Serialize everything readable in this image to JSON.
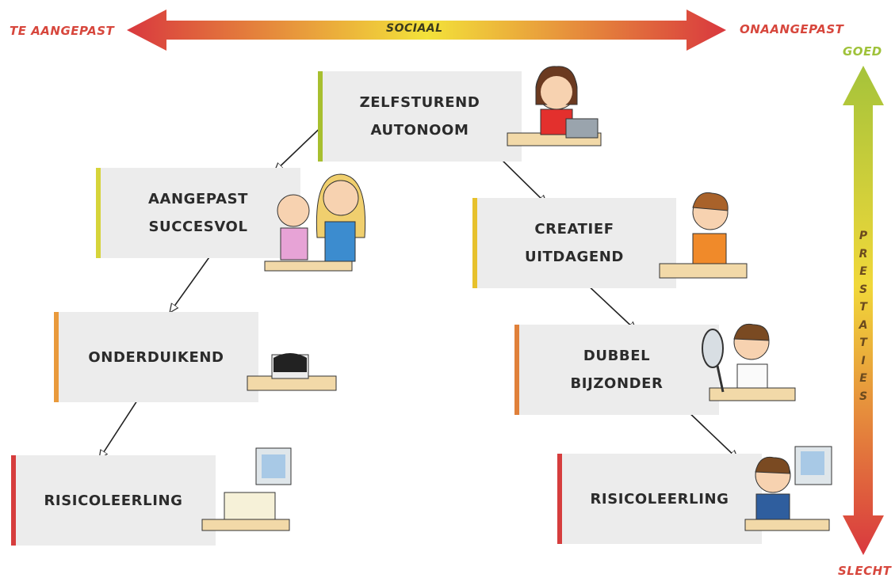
{
  "axis_top": {
    "center": "SOCIAAL",
    "left": "TE AANGEPAST",
    "right": "ONAANGEPAST"
  },
  "axis_right": {
    "top": "GOED",
    "bottom": "SLECHT",
    "vertical": "PRESTATIES"
  },
  "profiles": [
    {
      "id": "zelfsturend",
      "lines": [
        "ZELFSTUREND",
        "AUTONOOM"
      ],
      "accent": "#a7bf2f",
      "figure": "student-laptop-icon"
    },
    {
      "id": "aangepast",
      "lines": [
        "AANGEPAST",
        "SUCCESVOL"
      ],
      "accent": "#d6d43a",
      "figure": "student-with-teacher-icon"
    },
    {
      "id": "creatief",
      "lines": [
        "CREATIEF",
        "UITDAGEND"
      ],
      "accent": "#e7c12c",
      "figure": "student-slingshot-icon"
    },
    {
      "id": "onderduikend",
      "lines": [
        "ONDERDUIKEND"
      ],
      "accent": "#e99a3c",
      "figure": "student-hiding-icon"
    },
    {
      "id": "dubbel",
      "lines": [
        "DUBBEL",
        "BIJZONDER"
      ],
      "accent": "#e0803a",
      "figure": "student-magnifier-icon"
    },
    {
      "id": "risico-left",
      "lines": [
        "RISICOLEERLING"
      ],
      "accent": "#d63d3d",
      "figure": "empty-desk-icon"
    },
    {
      "id": "risico-right",
      "lines": [
        "RISICOLEERLING"
      ],
      "accent": "#d63d3d",
      "figure": "sad-student-icon"
    }
  ]
}
